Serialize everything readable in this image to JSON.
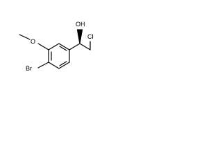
{
  "molecule": {
    "atoms": {
      "oh": "OH",
      "o_methoxy": "O",
      "br": "Br",
      "cl": "Cl"
    },
    "stereo": "wedge"
  }
}
